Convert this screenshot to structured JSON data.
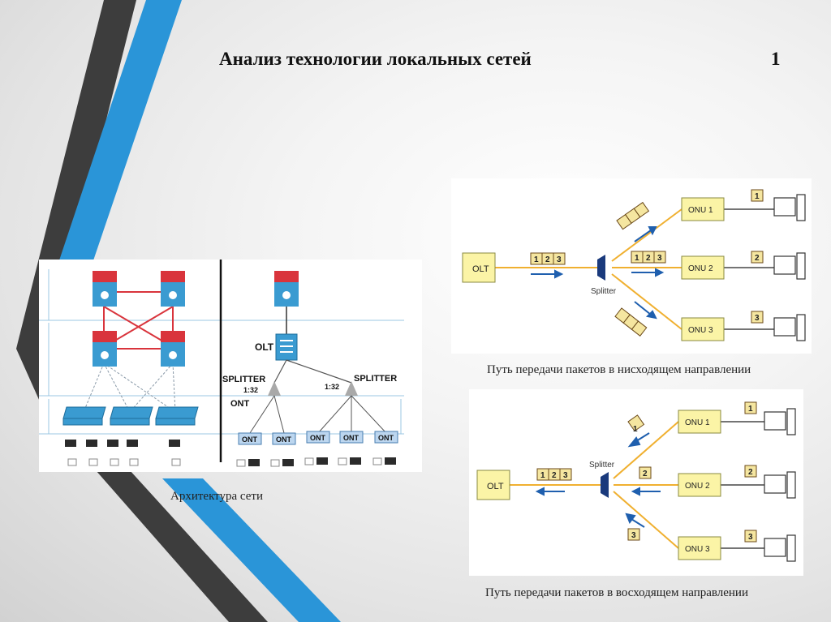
{
  "slide": {
    "title": "Анализ технологии локальных сетей",
    "page_number": "1"
  },
  "architecture": {
    "caption": "Архитектура сети",
    "olt_label": "OLT",
    "splitter_left_label": "SPLITTER",
    "splitter_left_ratio": "1:32",
    "splitter_right_label": "SPLITTER",
    "splitter_right_ratio": "1:32",
    "ont_level_label": "ONT",
    "ont_box_label": "ONT"
  },
  "downstream": {
    "caption": "Путь передачи пакетов в нисходящем направлении",
    "olt": "OLT",
    "splitter": "Splitter",
    "onus": [
      "ONU 1",
      "ONU 2",
      "ONU 3"
    ],
    "packet_labels": [
      "1",
      "2",
      "3"
    ]
  },
  "upstream": {
    "caption": "Путь передачи пакетов в восходящем направлении",
    "olt": "OLT",
    "splitter": "Splitter",
    "onus": [
      "ONU 1",
      "ONU 2",
      "ONU 3"
    ],
    "packet_labels": [
      "1",
      "2",
      "3"
    ]
  },
  "colors": {
    "accent_blue": "#2a95d8",
    "dark_stripe": "#3d3d3d",
    "box_yellow": "#fbf4a6",
    "fiber": "#f0b030",
    "arrow_blue": "#1f5fae",
    "router_red": "#d9343c",
    "switch_blue": "#3a9bd1"
  }
}
